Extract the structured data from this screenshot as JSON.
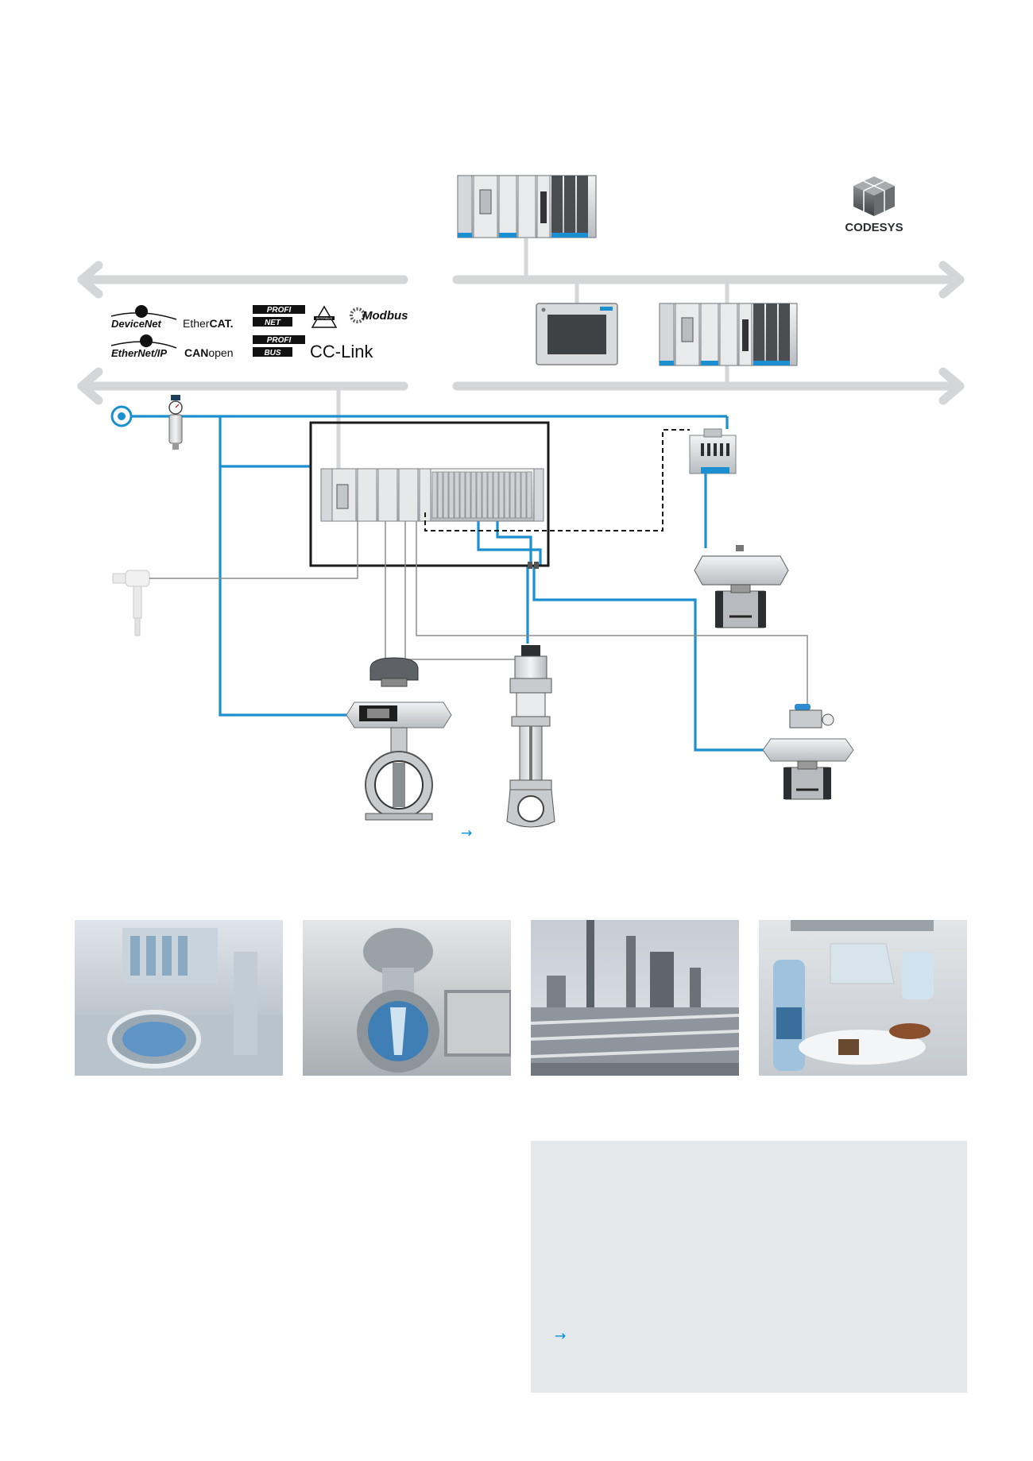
{
  "logos": {
    "codesys": "CODESYS",
    "devicenet": "DeviceNet",
    "ethercat_prefix": "Ether",
    "ethercat_suffix": "CAT.",
    "profinet_top": "PROFI",
    "profinet_bottom": "NET",
    "interbus": "INTERBUS",
    "modbus": "Modbus",
    "ethernetip": "EtherNet/IP",
    "canopen_prefix": "CAN",
    "canopen_suffix": "open",
    "profibus_top": "PROFI",
    "profibus_bottom": "BUS",
    "cclink": "CC-Link"
  },
  "icons": {
    "diagram_link_arrow": "→",
    "info_link_arrow": "→"
  },
  "colors": {
    "pneumatic_line": "#0091dc",
    "bus_arrow": "#d4d6d8",
    "frame": "#1a1a1a",
    "info_box": "#e4e8eb"
  }
}
